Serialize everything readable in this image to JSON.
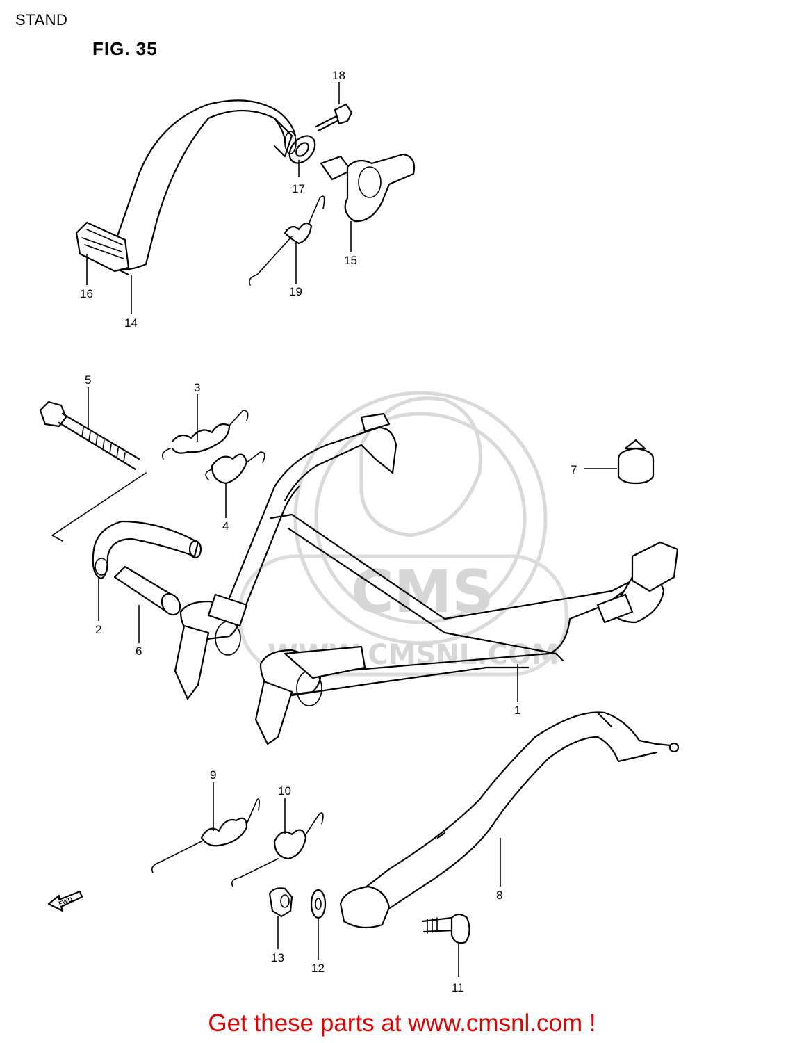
{
  "header": {
    "title": "STAND",
    "figure": "FIG. 35"
  },
  "watermark": {
    "brand": "CMS",
    "url": "WWW.CMSNL.COM"
  },
  "fwd_arrow": {
    "label": "FWD"
  },
  "callouts": [
    "1",
    "2",
    "3",
    "4",
    "5",
    "6",
    "7",
    "8",
    "9",
    "10",
    "11",
    "12",
    "13",
    "14",
    "15",
    "16",
    "17",
    "18",
    "19"
  ],
  "footer": {
    "text": "Get these parts at www.cmsnl.com !"
  },
  "colors": {
    "footer": "#e00000",
    "ink": "#000000",
    "watermark": "#d6d6d6"
  }
}
